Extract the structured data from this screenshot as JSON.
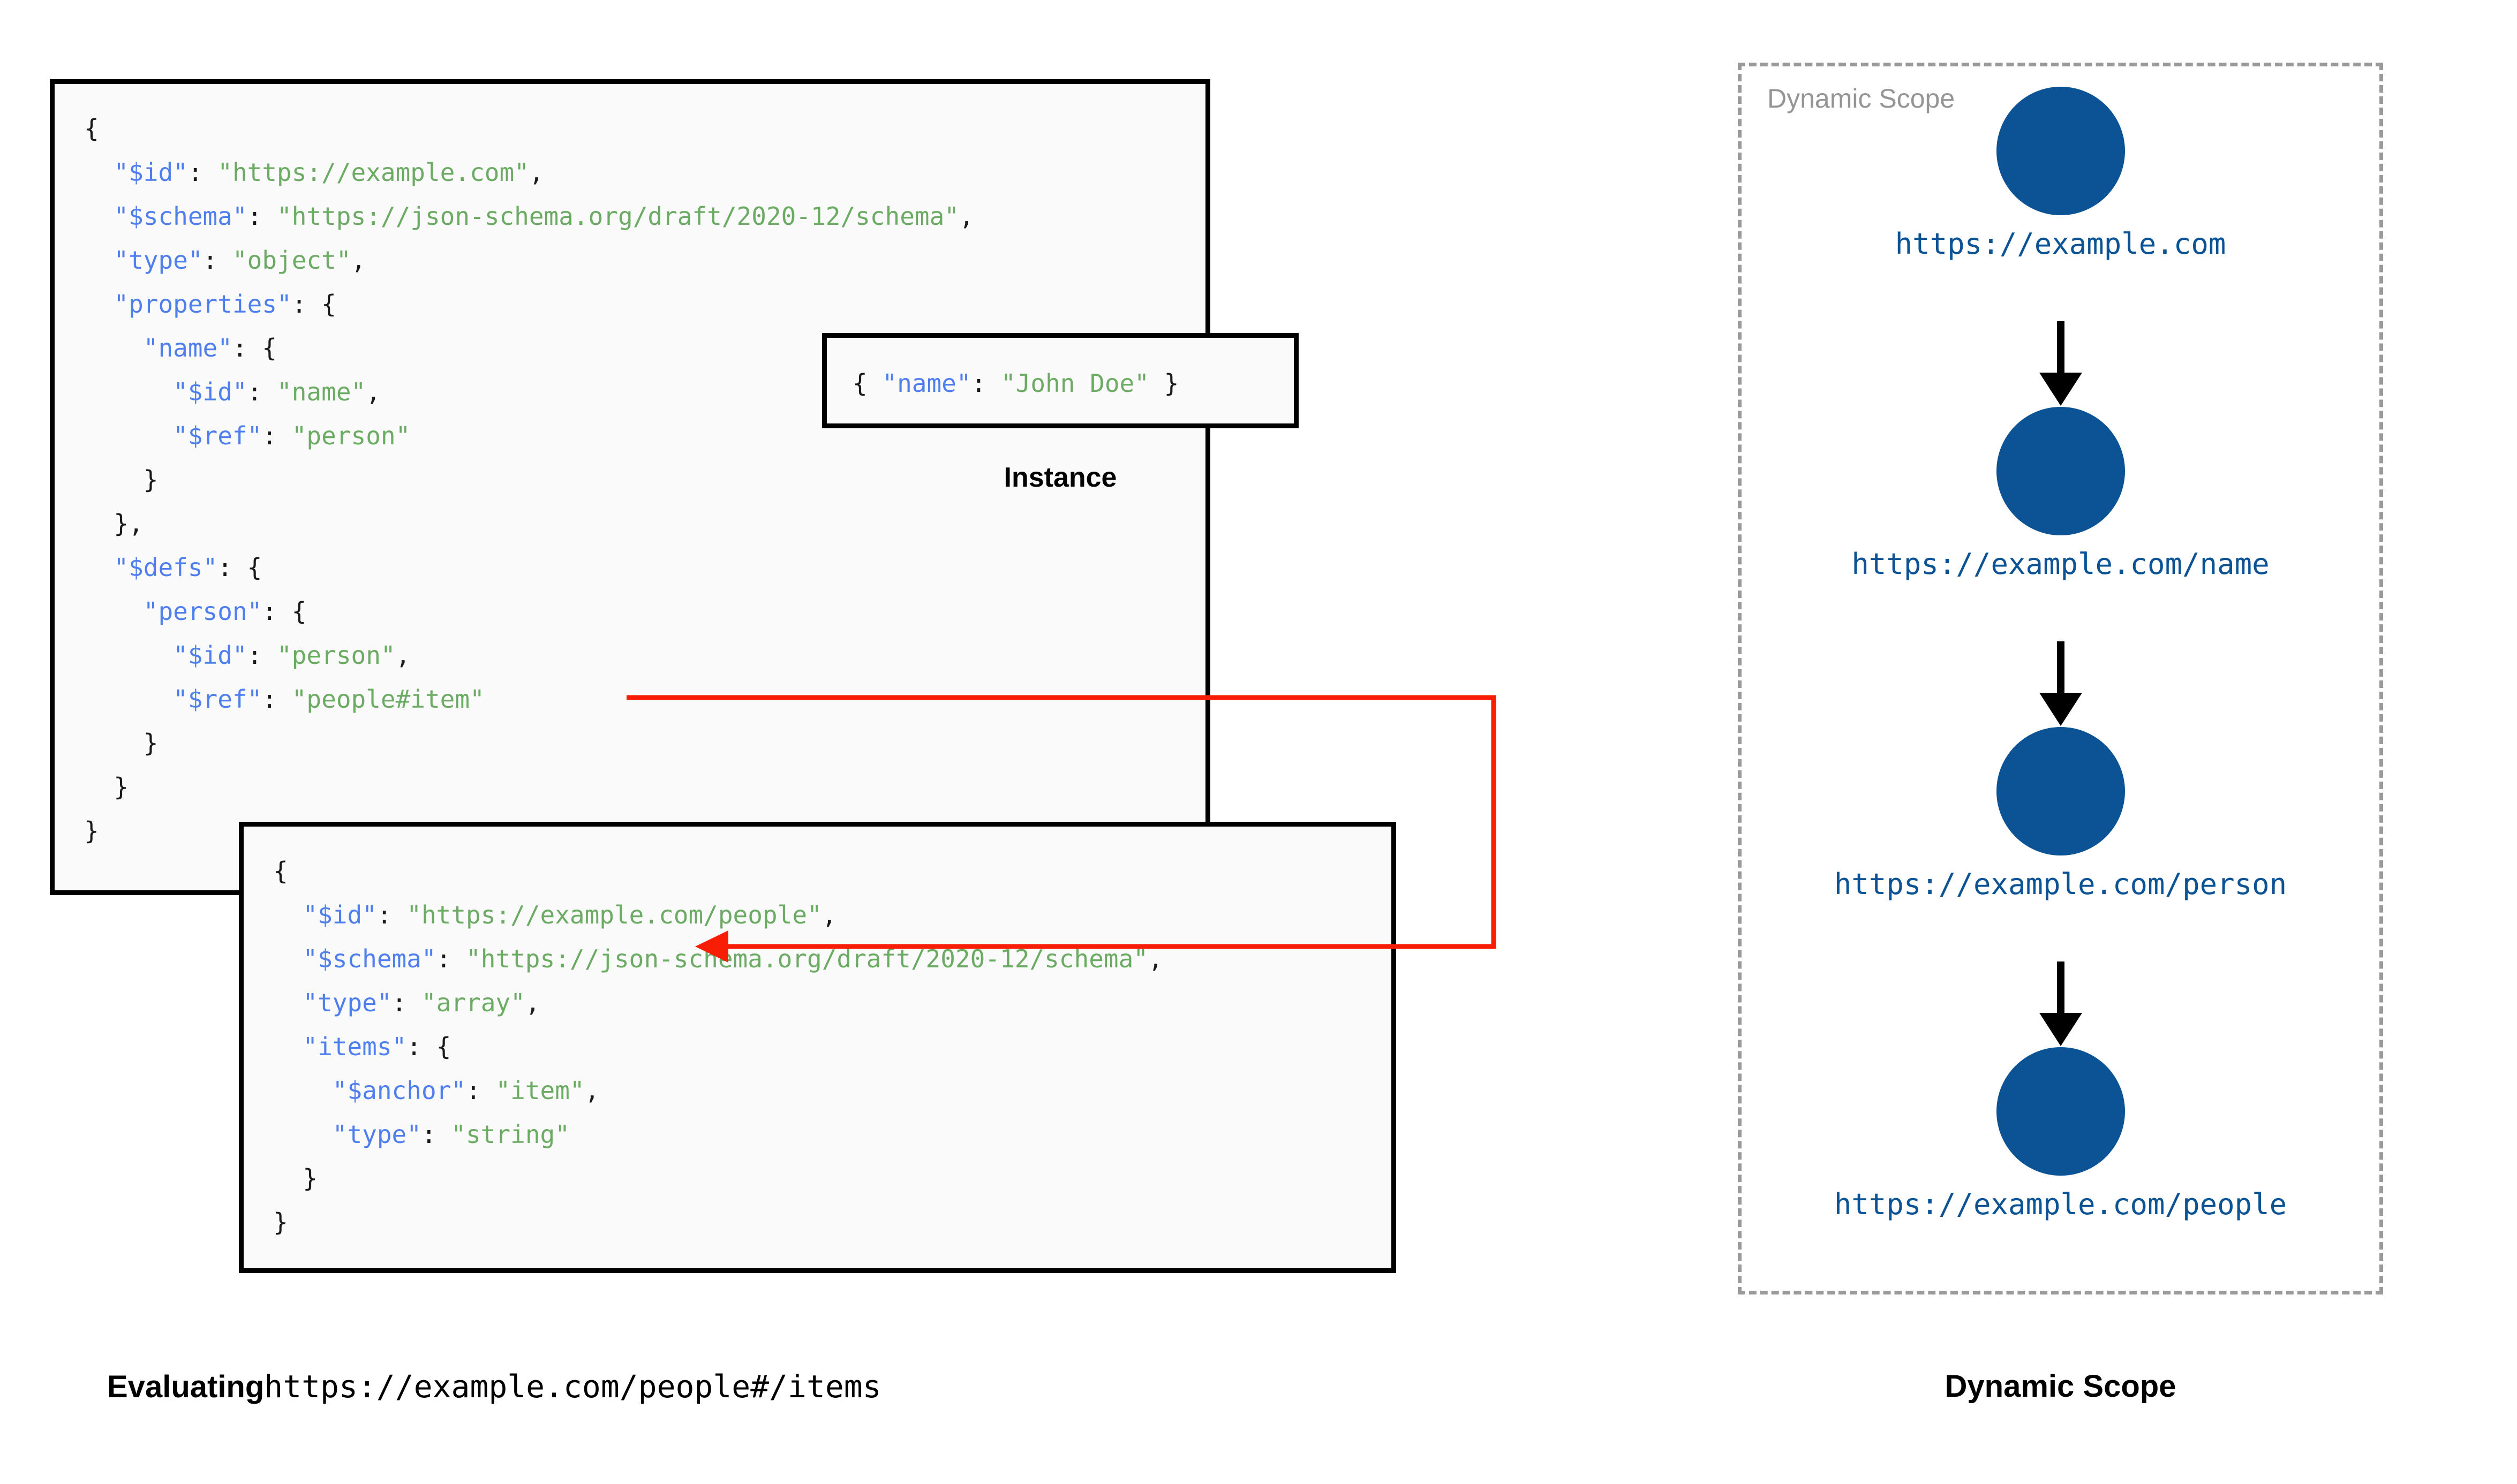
{
  "diagram": {
    "title_left": "Evaluating https://example.com/people#/items",
    "title_right": "Dynamic Scope"
  },
  "main_schema": {
    "box_name": "root-schema",
    "lines": [
      {
        "indent": 0,
        "parts": [
          {
            "t": "{",
            "c": "p"
          }
        ]
      },
      {
        "indent": 1,
        "parts": [
          {
            "t": "\"$id\"",
            "c": "k"
          },
          {
            "t": ": ",
            "c": "p"
          },
          {
            "t": "\"https://example.com\"",
            "c": "s"
          },
          {
            "t": ",",
            "c": "p"
          }
        ]
      },
      {
        "indent": 1,
        "parts": [
          {
            "t": "\"$schema\"",
            "c": "k"
          },
          {
            "t": ": ",
            "c": "p"
          },
          {
            "t": "\"https://json-schema.org/draft/2020-12/schema\"",
            "c": "s"
          },
          {
            "t": ",",
            "c": "p"
          }
        ]
      },
      {
        "indent": 1,
        "parts": [
          {
            "t": "\"type\"",
            "c": "k"
          },
          {
            "t": ": ",
            "c": "p"
          },
          {
            "t": "\"object\"",
            "c": "s"
          },
          {
            "t": ",",
            "c": "p"
          }
        ]
      },
      {
        "indent": 1,
        "parts": [
          {
            "t": "\"properties\"",
            "c": "k"
          },
          {
            "t": ": {",
            "c": "p"
          }
        ]
      },
      {
        "indent": 2,
        "parts": [
          {
            "t": "\"name\"",
            "c": "k"
          },
          {
            "t": ": {",
            "c": "p"
          }
        ]
      },
      {
        "indent": 3,
        "parts": [
          {
            "t": "\"$id\"",
            "c": "k"
          },
          {
            "t": ": ",
            "c": "p"
          },
          {
            "t": "\"name\"",
            "c": "s"
          },
          {
            "t": ",",
            "c": "p"
          }
        ]
      },
      {
        "indent": 3,
        "parts": [
          {
            "t": "\"$ref\"",
            "c": "k"
          },
          {
            "t": ": ",
            "c": "p"
          },
          {
            "t": "\"person\"",
            "c": "s"
          }
        ]
      },
      {
        "indent": 2,
        "parts": [
          {
            "t": "}",
            "c": "p"
          }
        ]
      },
      {
        "indent": 1,
        "parts": [
          {
            "t": "},",
            "c": "p"
          }
        ]
      },
      {
        "indent": 1,
        "parts": [
          {
            "t": "\"$defs\"",
            "c": "k"
          },
          {
            "t": ": {",
            "c": "p"
          }
        ]
      },
      {
        "indent": 2,
        "parts": [
          {
            "t": "\"person\"",
            "c": "k"
          },
          {
            "t": ": {",
            "c": "p"
          }
        ]
      },
      {
        "indent": 3,
        "parts": [
          {
            "t": "\"$id\"",
            "c": "k"
          },
          {
            "t": ": ",
            "c": "p"
          },
          {
            "t": "\"person\"",
            "c": "s"
          },
          {
            "t": ",",
            "c": "p"
          }
        ]
      },
      {
        "indent": 3,
        "parts": [
          {
            "t": "\"$ref\"",
            "c": "k"
          },
          {
            "t": ": ",
            "c": "p"
          },
          {
            "t": "\"people#item\"",
            "c": "s"
          }
        ]
      },
      {
        "indent": 2,
        "parts": [
          {
            "t": "}",
            "c": "p"
          }
        ]
      },
      {
        "indent": 1,
        "parts": [
          {
            "t": "}",
            "c": "p"
          }
        ]
      },
      {
        "indent": 0,
        "parts": [
          {
            "t": "}",
            "c": "p"
          }
        ]
      }
    ]
  },
  "instance": {
    "caption": "Instance",
    "lines": [
      {
        "indent": 0,
        "parts": [
          {
            "t": "{ ",
            "c": "p"
          },
          {
            "t": "\"name\"",
            "c": "k"
          },
          {
            "t": ": ",
            "c": "p"
          },
          {
            "t": "\"John Doe\"",
            "c": "s"
          },
          {
            "t": " }",
            "c": "p"
          }
        ]
      }
    ]
  },
  "people_schema": {
    "box_name": "people-schema",
    "lines": [
      {
        "indent": 0,
        "parts": [
          {
            "t": "{",
            "c": "p"
          }
        ]
      },
      {
        "indent": 1,
        "parts": [
          {
            "t": "\"$id\"",
            "c": "k"
          },
          {
            "t": ": ",
            "c": "p"
          },
          {
            "t": "\"https://example.com/people\"",
            "c": "s"
          },
          {
            "t": ",",
            "c": "p"
          }
        ]
      },
      {
        "indent": 1,
        "parts": [
          {
            "t": "\"$schema\"",
            "c": "k"
          },
          {
            "t": ": ",
            "c": "p"
          },
          {
            "t": "\"https://json-schema.org/draft/2020-12/schema\"",
            "c": "s"
          },
          {
            "t": ",",
            "c": "p"
          }
        ]
      },
      {
        "indent": 1,
        "parts": [
          {
            "t": "\"type\"",
            "c": "k"
          },
          {
            "t": ": ",
            "c": "p"
          },
          {
            "t": "\"array\"",
            "c": "s"
          },
          {
            "t": ",",
            "c": "p"
          }
        ]
      },
      {
        "indent": 1,
        "parts": [
          {
            "t": "\"items\"",
            "c": "k"
          },
          {
            "t": ": {",
            "c": "p"
          }
        ]
      },
      {
        "indent": 2,
        "parts": [
          {
            "t": "\"$anchor\"",
            "c": "k"
          },
          {
            "t": ": ",
            "c": "p"
          },
          {
            "t": "\"item\"",
            "c": "s"
          },
          {
            "t": ",",
            "c": "p"
          }
        ]
      },
      {
        "indent": 2,
        "parts": [
          {
            "t": "\"type\"",
            "c": "k"
          },
          {
            "t": ": ",
            "c": "p"
          },
          {
            "t": "\"string\"",
            "c": "s"
          }
        ]
      },
      {
        "indent": 1,
        "parts": [
          {
            "t": "}",
            "c": "p"
          }
        ]
      },
      {
        "indent": 0,
        "parts": [
          {
            "t": "}",
            "c": "p"
          }
        ]
      }
    ]
  },
  "ref_arrow": {
    "name": "ref-resolution-arrow",
    "color": "#f81e06",
    "from_label": "\"people#item\"",
    "to_label": "\"$anchor\": \"item\""
  },
  "dynamic_scope": {
    "panel_label": "Dynamic Scope",
    "node_color": "#0b5394",
    "label_color": "#0b5394",
    "border_color": "#9a9a9a",
    "nodes": [
      {
        "label": "https://example.com"
      },
      {
        "label": "https://example.com/name"
      },
      {
        "label": "https://example.com/person"
      },
      {
        "label": "https://example.com/people"
      }
    ]
  },
  "captions": {
    "left_bold": "Evaluating",
    "left_mono": "https://example.com/people#/items",
    "right": "Dynamic Scope"
  }
}
